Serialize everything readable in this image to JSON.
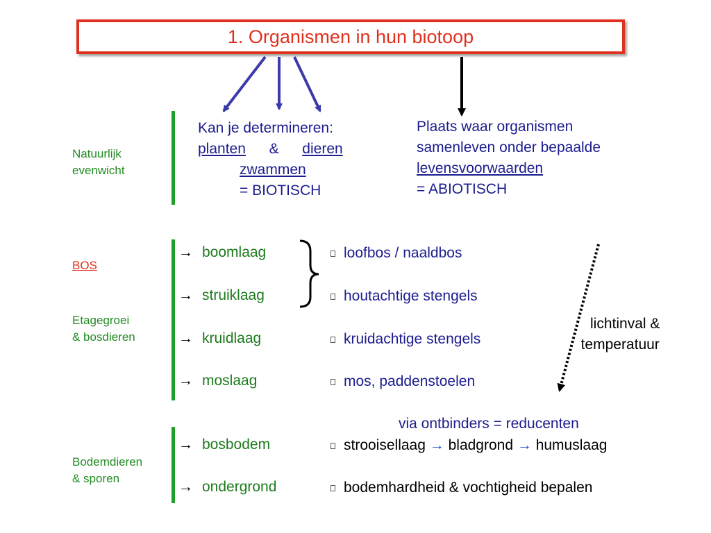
{
  "title": "1. Organismen in hun biotoop",
  "sidebar": {
    "natuurlijk": [
      "Natuurlijk",
      "evenwicht"
    ],
    "bos": "BOS",
    "etagegroei": [
      "Etagegroei",
      "& bosdieren"
    ],
    "bodemdieren": [
      "Bodemdieren",
      "& sporen"
    ]
  },
  "biotisch": {
    "line1": "Kan je determineren:",
    "planten": "planten",
    "amp": "&",
    "dieren": "dieren",
    "zwammen": "zwammen",
    "result": "= BIOTISCH"
  },
  "abiotisch": {
    "line1": "Plaats waar organismen",
    "line2": "samenleven onder bepaalde",
    "line3": "levensvoorwaarden",
    "result": "= ABIOTISCH"
  },
  "layers": [
    {
      "arrow": "→",
      "name": "boomlaag",
      "description": "loofbos / naaldbos"
    },
    {
      "arrow": "→",
      "name": "struiklaag",
      "description": "houtachtige stengels"
    },
    {
      "arrow": "→",
      "name": "kruidlaag",
      "description": "kruidachtige stengels"
    },
    {
      "arrow": "→",
      "name": "moslaag",
      "description": "mos, paddenstoelen"
    }
  ],
  "light": [
    "lichtinval &",
    "temperatuur"
  ],
  "reducers_note": "via ontbinders = reducenten",
  "soil": [
    {
      "arrow": "→",
      "name": "bosbodem"
    },
    {
      "arrow": "→",
      "name": "ondergrond",
      "description": "bodemhardheid & vochtigheid bepalen"
    }
  ],
  "soil_chain": {
    "part1": "strooisellaag",
    "arrow": "→",
    "part2": "bladgrond",
    "part3": "humuslaag"
  },
  "colors": {
    "title_red": "#e0301e",
    "accent_green": "#1e9e2a",
    "text_blue": "#1c1c8e",
    "arrow_blue": "#3a3aa8"
  }
}
